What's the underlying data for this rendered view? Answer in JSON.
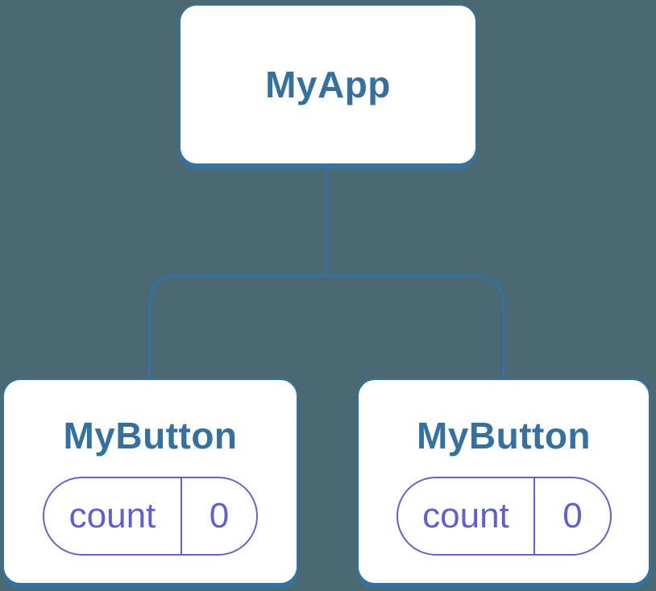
{
  "diagram": {
    "colors": {
      "bg": "#4b6972",
      "line": "#3273a4",
      "node_fill": "#ffffff",
      "title_text": "#35719f",
      "state_border": "#6262d8",
      "state_text": "#5e5ed6"
    },
    "root": {
      "label": "MyApp"
    },
    "children": [
      {
        "label": "MyButton",
        "state_key": "count",
        "state_value": "0"
      },
      {
        "label": "MyButton",
        "state_key": "count",
        "state_value": "0"
      }
    ]
  }
}
